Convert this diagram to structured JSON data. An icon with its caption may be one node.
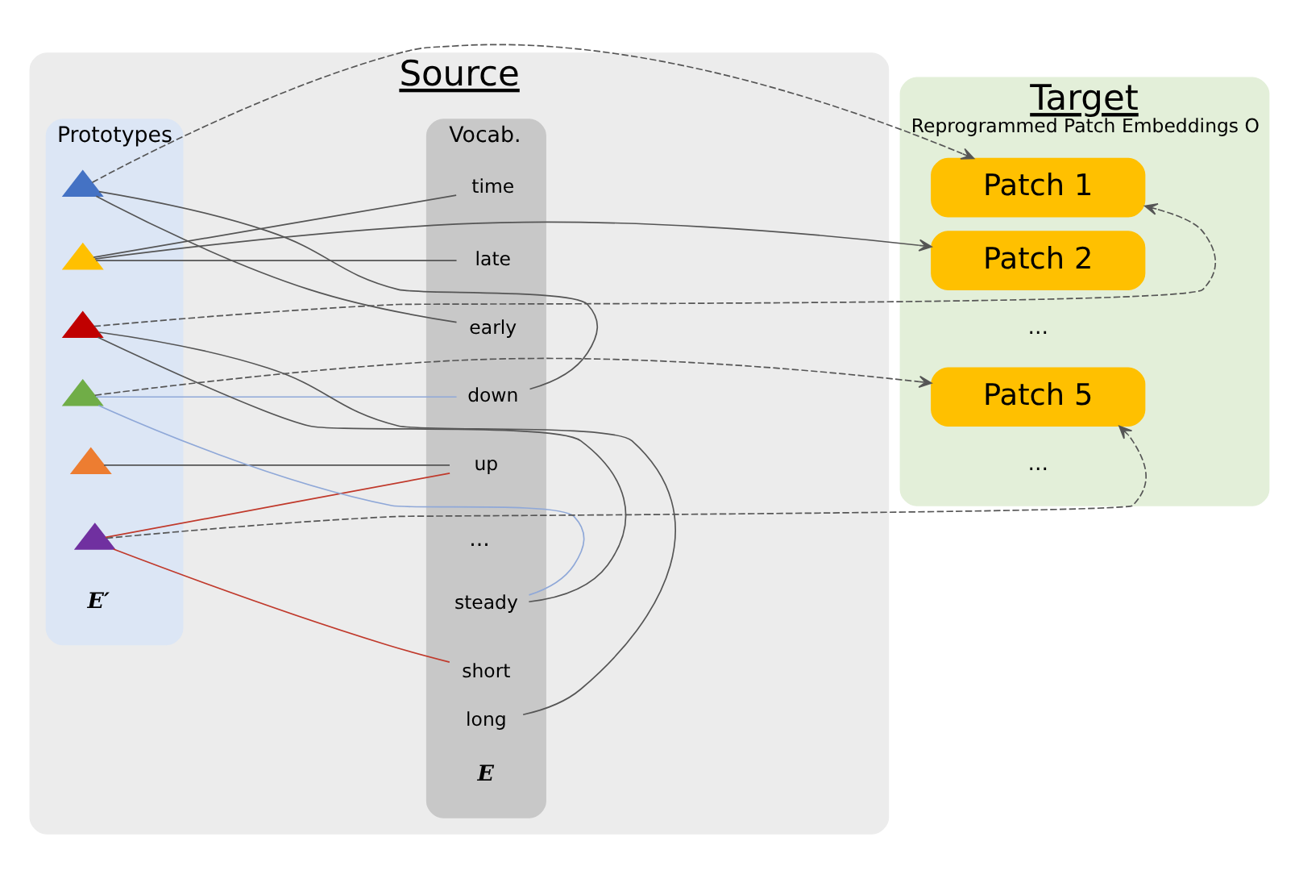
{
  "diagram": {
    "nodes": [
      {
        "text": [
          "Source"
        ]
      },
      {
        "text": [
          "Vocab."
        ],
        "beside": [
          "E"
        ],
        "in": 0
      },
      {
        "text": [
          "time"
        ],
        "in": 1
      },
      {
        "text": [
          "late"
        ],
        "in": 1
      },
      {
        "text": [
          "early"
        ],
        "in": 1
      },
      {
        "text": [
          "down"
        ],
        "in": 1
      },
      {
        "text": [
          "up"
        ],
        "in": 1
      },
      {
        "text": [
          "steady"
        ],
        "in": 1
      },
      {
        "text": [
          "short"
        ],
        "in": 1
      },
      {
        "text": [
          "long"
        ],
        "in": 1
      },
      {
        "text": [
          "Prototypes"
        ],
        "beside": [
          "E′"
        ],
        "in": 0
      },
      {
        "text": [],
        "shape": "triangle",
        "in": 10
      },
      {
        "text": [],
        "shape": "triangle",
        "in": 10
      },
      {
        "text": [],
        "shape": "triangle",
        "in": 10
      },
      {
        "text": [],
        "shape": "triangle",
        "in": 10
      },
      {
        "text": [],
        "shape": "triangle",
        "in": 10
      },
      {
        "text": [],
        "shape": "triangle",
        "in": 10
      },
      {
        "text": [
          "Target",
          "Reprogrammed Patch Embeddings O"
        ]
      },
      {
        "text": [
          "Patch 1"
        ],
        "in": 17
      },
      {
        "text": [
          "Patch 2"
        ],
        "in": 17
      },
      {
        "text": [
          "Patch 5"
        ],
        "in": 17
      }
    ],
    "edges": [
      {
        "from": 2,
        "to": 12,
        "arrow": "none"
      },
      {
        "from": 3,
        "to": 12,
        "arrow": "none"
      },
      {
        "from": 4,
        "to": 11,
        "arrow": "none"
      },
      {
        "from": 5,
        "to": 11,
        "arrow": "none"
      },
      {
        "from": 5,
        "to": 14,
        "arrow": "none",
        "color": "#8fa8d8"
      },
      {
        "from": 6,
        "to": 15,
        "arrow": "none"
      },
      {
        "from": 6,
        "to": 16,
        "arrow": "none",
        "color": "#c0392b"
      },
      {
        "from": 7,
        "to": 14,
        "arrow": "none",
        "color": "#8fa8d8"
      },
      {
        "from": 7,
        "to": 13,
        "arrow": "none"
      },
      {
        "from": 8,
        "to": 16,
        "arrow": "none",
        "color": "#c0392b"
      },
      {
        "from": 9,
        "to": 13,
        "arrow": "none"
      },
      {
        "from": 11,
        "to": 18,
        "arrow": "to",
        "style": "dashed"
      },
      {
        "from": 13,
        "to": 18,
        "arrow": "to",
        "style": "dashed"
      },
      {
        "from": 12,
        "to": 19,
        "arrow": "to"
      },
      {
        "from": 14,
        "to": 20,
        "arrow": "to",
        "style": "dashed"
      },
      {
        "from": 16,
        "to": 20,
        "arrow": "to",
        "style": "dashed"
      }
    ],
    "labels": [
      "...",
      "...",
      "..."
    ]
  }
}
